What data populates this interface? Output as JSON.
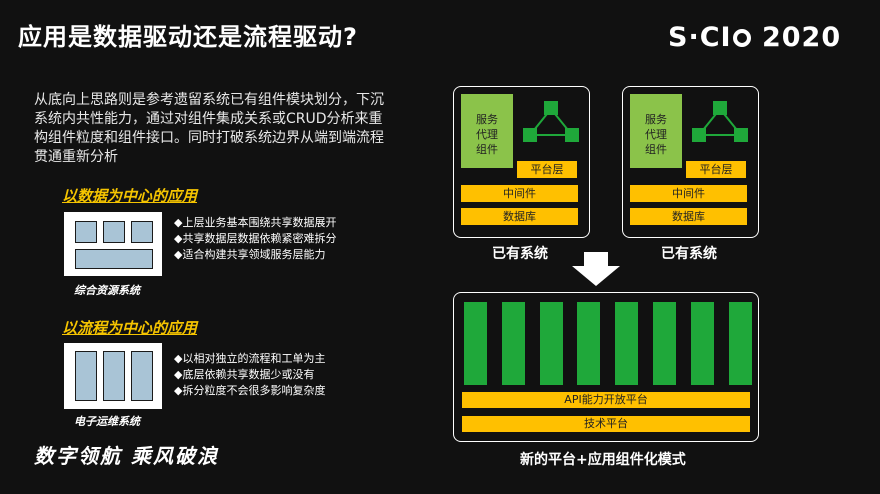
{
  "slide": {
    "title": "应用是数据驱动还是流程驱动?",
    "logo_left": "S·CI",
    "logo_right": "2020",
    "intro": "从底向上思路则是参考遗留系统已有组件模块划分，下沉系统内共性能力，通过对组件集成关系或CRUD分析来重构组件粒度和组件接口。同时打破系统边界从端到端流程贯通重新分析",
    "data_section": {
      "title": "以数据为中心的应用",
      "caption": "综合资源系统",
      "bullets": [
        "◆上层业务基本围绕共享数据展开",
        "◆共享数据层数据依赖紧密难拆分",
        "◆适合构建共享领域服务层能力"
      ]
    },
    "flow_section": {
      "title": "以流程为中心的应用",
      "caption": "电子运维系统",
      "bullets": [
        "◆以相对独立的流程和工单为主",
        "◆底层依赖共享数据少或没有",
        "◆拆分粒度不会很多影响复杂度"
      ]
    },
    "slogan": "数字领航  乘风破浪",
    "existing_system": {
      "service_label": [
        "服务",
        "代理",
        "组件"
      ],
      "platform_label": "平台层",
      "middleware_label": "中间件",
      "database_label": "数据库",
      "caption": "已有系统"
    },
    "new_platform": {
      "api_label": "API能力开放平台",
      "tech_label": "技术平台",
      "caption": "新的平台+应用组件化模式",
      "component_count": 8
    }
  },
  "colors": {
    "accent_yellow": "#ffc000",
    "green": "#1fa83a",
    "light_green": "#8bc34a",
    "cell_blue": "#a9c4d6"
  }
}
